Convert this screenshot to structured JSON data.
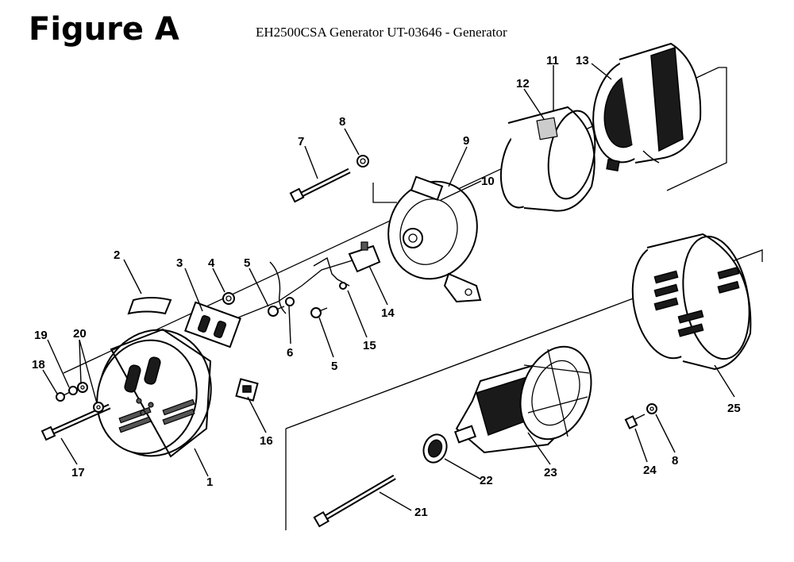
{
  "figure_label": "Figure A",
  "title": "EH2500CSA Generator UT-03646 - Generator",
  "callouts": [
    {
      "id": "c1",
      "text": "1"
    },
    {
      "id": "c2",
      "text": "2"
    },
    {
      "id": "c3",
      "text": "3"
    },
    {
      "id": "c4",
      "text": "4"
    },
    {
      "id": "c5a",
      "text": "5"
    },
    {
      "id": "c5b",
      "text": "5"
    },
    {
      "id": "c6",
      "text": "6"
    },
    {
      "id": "c7",
      "text": "7"
    },
    {
      "id": "c8a",
      "text": "8"
    },
    {
      "id": "c8b",
      "text": "8"
    },
    {
      "id": "c9",
      "text": "9"
    },
    {
      "id": "c10",
      "text": "10"
    },
    {
      "id": "c11",
      "text": "11"
    },
    {
      "id": "c12",
      "text": "12"
    },
    {
      "id": "c13",
      "text": "13"
    },
    {
      "id": "c14",
      "text": "14"
    },
    {
      "id": "c15",
      "text": "15"
    },
    {
      "id": "c16",
      "text": "16"
    },
    {
      "id": "c17",
      "text": "17"
    },
    {
      "id": "c18",
      "text": "18"
    },
    {
      "id": "c19",
      "text": "19"
    },
    {
      "id": "c20",
      "text": "20"
    },
    {
      "id": "c21",
      "text": "21"
    },
    {
      "id": "c22",
      "text": "22"
    },
    {
      "id": "c23",
      "text": "23"
    },
    {
      "id": "c24",
      "text": "24"
    },
    {
      "id": "c25",
      "text": "25"
    }
  ]
}
